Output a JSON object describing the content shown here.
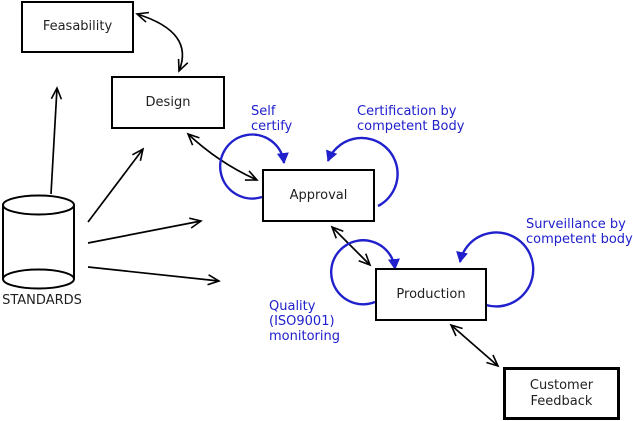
{
  "diagram": {
    "title": "Product lifecycle standards and certification diagram",
    "colors": {
      "background": "#ffffff",
      "line": "#000000",
      "annotation_blue": "#2020cc"
    },
    "nodes": {
      "feasability": {
        "label": "Feasability",
        "shape": "rectangle"
      },
      "design": {
        "label": "Design",
        "shape": "rectangle"
      },
      "approval": {
        "label": "Approval",
        "shape": "rectangle"
      },
      "production": {
        "label": "Production",
        "shape": "rectangle"
      },
      "customer_feedback": {
        "label": "Customer\nFeedback",
        "shape": "rectangle"
      },
      "standards": {
        "label": "STANDARDS",
        "shape": "cylinder"
      }
    },
    "annotations": {
      "self_certify": {
        "label": "Self\ncertify"
      },
      "certification": {
        "label": "Certification by\ncompetent Body"
      },
      "surveillance": {
        "label": "Surveillance by\ncompetent body"
      },
      "quality_monitoring": {
        "label": "Quality\n(ISO9001)\nmonitoring"
      }
    },
    "edges": [
      {
        "from": "feasability",
        "to": "design",
        "style": "double-arrow-curve"
      },
      {
        "from": "design",
        "to": "approval",
        "style": "double-arrow"
      },
      {
        "from": "approval",
        "to": "production",
        "style": "double-arrow"
      },
      {
        "from": "production",
        "to": "customer_feedback",
        "style": "double-arrow"
      },
      {
        "from": "standards",
        "to": "feasability",
        "style": "arrow"
      },
      {
        "from": "standards",
        "to": "design",
        "style": "arrow"
      },
      {
        "from": "standards",
        "to": "approval",
        "style": "arrow"
      },
      {
        "from": "standards",
        "to": "production",
        "style": "arrow"
      },
      {
        "from": "approval",
        "to": "approval",
        "style": "blue-loop",
        "label": "Self certify"
      },
      {
        "from": "approval",
        "to": "approval",
        "style": "blue-loop",
        "label": "Certification by competent Body"
      },
      {
        "from": "production",
        "to": "production",
        "style": "blue-loop",
        "label": "Quality (ISO9001) monitoring"
      },
      {
        "from": "production",
        "to": "production",
        "style": "blue-loop",
        "label": "Surveillance by competent body"
      }
    ]
  }
}
